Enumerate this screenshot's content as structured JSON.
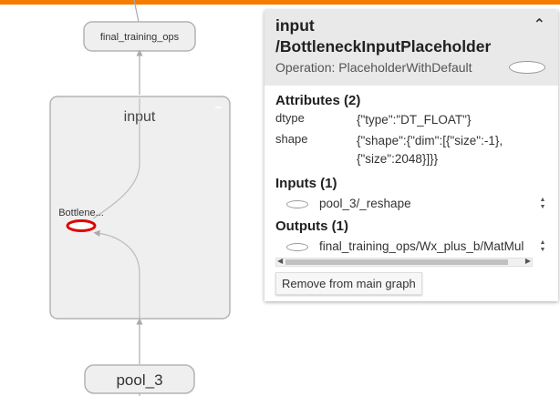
{
  "graph": {
    "nodes": {
      "final_training_ops": "final_training_ops",
      "input_group": "input",
      "bottleneck": "Bottlene...",
      "pool_3": "pool_3"
    }
  },
  "info_card": {
    "title_line1": "input",
    "title_line2": "/BottleneckInputPlaceholder",
    "operation": "Operation: PlaceholderWithDefault",
    "attributes_title": "Attributes (2)",
    "attributes": [
      {
        "key": "dtype",
        "value": "{\"type\":\"DT_FLOAT\"}"
      },
      {
        "key": "shape",
        "value": "{\"shape\":{\"dim\":[{\"size\":-1},",
        "value2": "{\"size\":2048}]}}"
      }
    ],
    "inputs_title": "Inputs (1)",
    "inputs": [
      "pool_3/_reshape"
    ],
    "outputs_title": "Outputs (1)",
    "outputs": [
      "final_training_ops/Wx_plus_b/MatMul"
    ],
    "remove_button": "Remove from main graph"
  },
  "colors": {
    "accent_bar": "#f57c00",
    "selection": "#e00000",
    "node_fill": "#efefef",
    "node_stroke": "#b3b3b3"
  },
  "icons": {
    "collapse": "chevron-up-icon",
    "spinner": "up-down-arrows-icon"
  }
}
